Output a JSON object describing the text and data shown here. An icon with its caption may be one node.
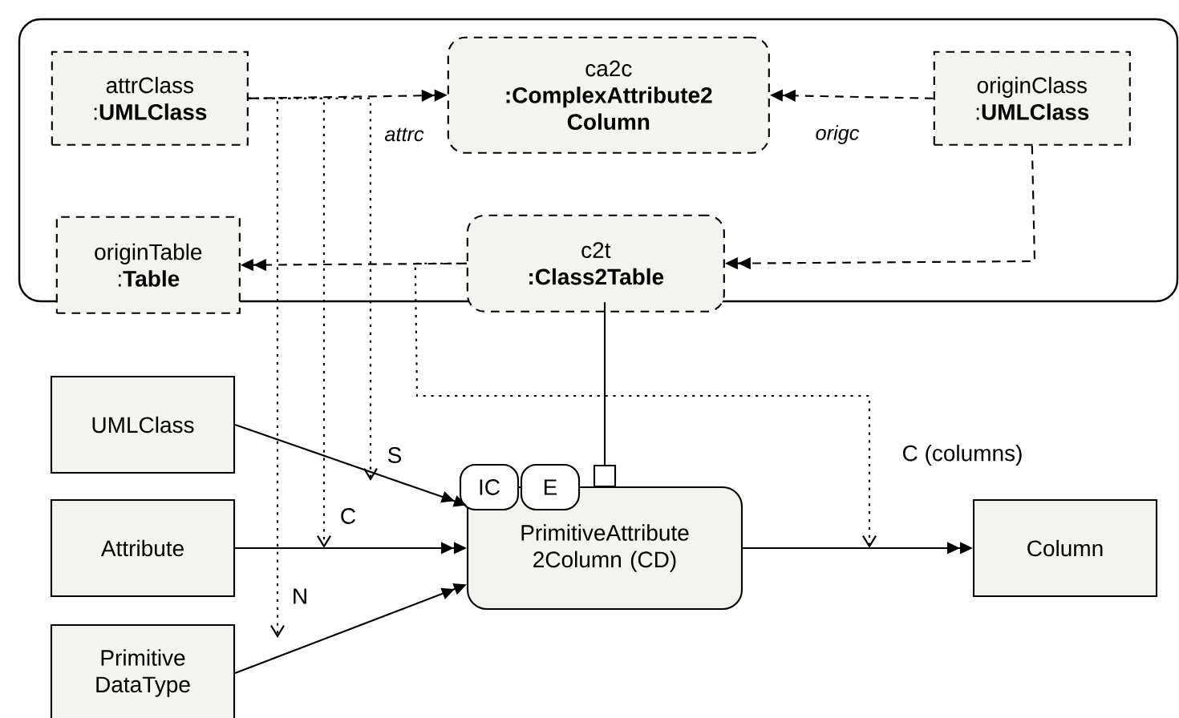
{
  "diagram": {
    "nodes": [
      {
        "text": [],
        "shape": "box"
      },
      {
        "text": [
          "attrClass",
          ":**UMLClass**"
        ],
        "in": 0
      },
      {
        "text": [
          "ca2c",
          "**:ComplexAttribute2 Column**"
        ],
        "in": 0
      },
      {
        "text": [
          "originClass",
          ":**UMLClass**"
        ],
        "in": 0
      },
      {
        "text": [
          "originTable",
          ":**Table**"
        ],
        "in": 0
      },
      {
        "text": [
          "c2t",
          "**:Class2Table**"
        ],
        "in": 0
      },
      {
        "text": [
          "UMLClass"
        ]
      },
      {
        "text": [
          "Attribute"
        ]
      },
      {
        "text": [
          "Primitive DataType"
        ]
      },
      {
        "text": [
          "PrimitiveAttribute 2Column (CD)"
        ]
      },
      {
        "text": [
          "Column"
        ]
      },
      {
        "text": [
          "IC"
        ]
      },
      {
        "text": [
          "E"
        ]
      },
      {
        "text": [],
        "shape": "box"
      }
    ],
    "edges": [
      {
        "from": 1,
        "to": 2,
        "arrow": "to",
        "style": "dashed",
        "label": "attrc"
      },
      {
        "from": 3,
        "to": 2,
        "arrow": "to",
        "style": "dashed",
        "label": "origc"
      },
      {
        "from": 3,
        "to": 5,
        "arrow": "to",
        "style": "dashed"
      },
      {
        "from": 5,
        "to": 4,
        "arrow": "to",
        "style": "dashed"
      },
      {
        "from": 6,
        "to": 9,
        "arrow": "to"
      },
      {
        "from": 7,
        "to": 9,
        "arrow": "to"
      },
      {
        "from": 8,
        "to": 9,
        "arrow": "to"
      },
      {
        "from": 9,
        "to": 10,
        "arrow": "to"
      },
      {
        "from": 0,
        "to": 13,
        "arrow": "none"
      },
      {
        "from": 1,
        "to": null,
        "arrow": "to",
        "style": "dashed",
        "label": "N"
      },
      {
        "from": 1,
        "to": null,
        "arrow": "to",
        "style": "dashed",
        "label": "C"
      },
      {
        "from": 1,
        "to": null,
        "arrow": "to",
        "style": "dashed",
        "label": "S"
      },
      {
        "from": 5,
        "to": null,
        "arrow": "to",
        "style": "dashed",
        "label": "C (columns)"
      }
    ]
  }
}
